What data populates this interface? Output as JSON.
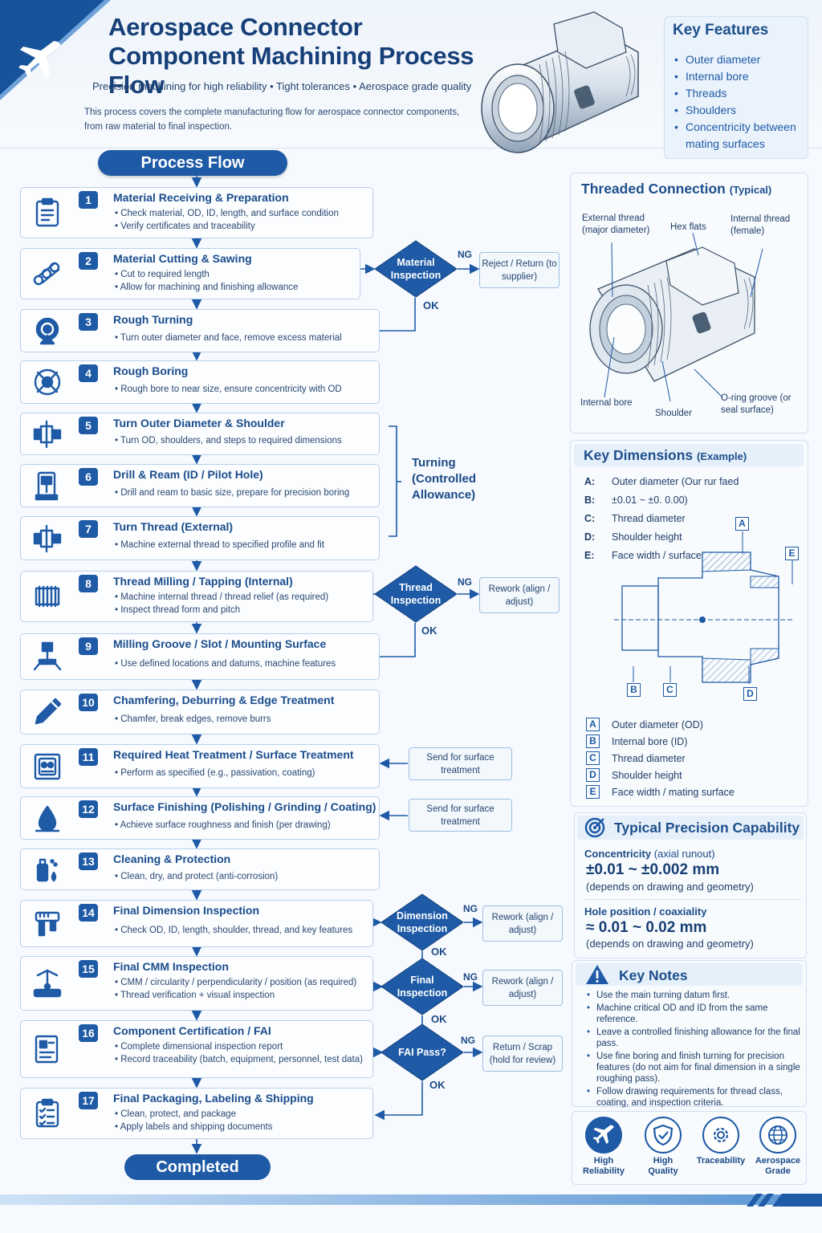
{
  "header": {
    "title": "Aerospace Connector Component Machining Process Flow",
    "subtitle": "Precision machining for high reliability • Tight tolerances • Aerospace grade quality",
    "intro": "This process covers the complete manufacturing flow for aerospace connector components, from raw material to final inspection."
  },
  "key_features": {
    "title": "Key Features",
    "items": [
      "Outer diameter",
      "Internal bore",
      "Threads",
      "Shoulders",
      "Concentricity between mating surfaces"
    ]
  },
  "flow": {
    "title": "Process Flow",
    "end": "Completed",
    "group_label": "Turning (Controlled Allowance)",
    "steps": [
      {
        "n": "1",
        "title": "Material Receiving & Preparation",
        "bullets": [
          "Check material, OD, ID, length, and surface condition",
          "Verify certificates and traceability"
        ]
      },
      {
        "n": "2",
        "title": "Material Cutting & Sawing",
        "bullets": [
          "Cut to required length",
          "Allow for machining and finishing allowance"
        ]
      },
      {
        "n": "3",
        "title": "Rough Turning",
        "bullets": [
          "Turn outer diameter and face, remove excess material"
        ]
      },
      {
        "n": "4",
        "title": "Rough Boring",
        "bullets": [
          "Rough bore to near size, ensure concentricity with OD"
        ]
      },
      {
        "n": "5",
        "title": "Turn Outer Diameter & Shoulder",
        "bullets": [
          "Turn OD, shoulders, and steps to required dimensions"
        ]
      },
      {
        "n": "6",
        "title": "Drill & Ream (ID / Pilot Hole)",
        "bullets": [
          "Drill and ream to basic size, prepare for precision boring"
        ]
      },
      {
        "n": "7",
        "title": "Turn Thread (External)",
        "bullets": [
          "Machine external thread to specified profile and fit"
        ]
      },
      {
        "n": "8",
        "title": "Thread Milling / Tapping (Internal)",
        "bullets": [
          "Machine internal thread / thread relief (as required)",
          "Inspect thread form and pitch"
        ]
      },
      {
        "n": "9",
        "title": "Milling Groove / Slot / Mounting Surface",
        "bullets": [
          "Use defined locations and datums, machine features"
        ]
      },
      {
        "n": "10",
        "title": "Chamfering, Deburring & Edge Treatment",
        "bullets": [
          "Chamfer, break edges, remove burrs"
        ]
      },
      {
        "n": "11",
        "title": "Required Heat Treatment / Surface Treatment",
        "bullets": [
          "Perform as specified (e.g., passivation, coating)"
        ]
      },
      {
        "n": "12",
        "title": "Surface Finishing (Polishing / Grinding / Coating)",
        "bullets": [
          "Achieve surface roughness and finish (per drawing)"
        ]
      },
      {
        "n": "13",
        "title": "Cleaning & Protection",
        "bullets": [
          "Clean, dry, and protect (anti-corrosion)"
        ]
      },
      {
        "n": "14",
        "title": "Final Dimension Inspection",
        "bullets": [
          "Check OD, ID, length, shoulder, thread, and key features"
        ]
      },
      {
        "n": "15",
        "title": "Final CMM Inspection",
        "bullets": [
          "CMM / circularity / perpendicularity / position (as required)",
          "Thread verification + visual inspection"
        ]
      },
      {
        "n": "16",
        "title": "Component Certification / FAI",
        "bullets": [
          "Complete dimensional inspection report",
          "Record traceability (batch, equipment, personnel, test data)"
        ]
      },
      {
        "n": "17",
        "title": "Final Packaging, Labeling & Shipping",
        "bullets": [
          "Clean, protect, and package",
          "Apply labels and shipping documents"
        ]
      }
    ],
    "decisions": [
      {
        "text": "Material Inspection",
        "ng": "NG",
        "ok": "OK",
        "box": "Reject / Return (to supplier)"
      },
      {
        "text": "Thread Inspection",
        "ng": "NG",
        "ok": "OK",
        "box": "Rework (align / adjust)"
      },
      {
        "text": "Dimension Inspection",
        "ng": "NG",
        "ok": "OK",
        "box": "Rework (align / adjust)"
      },
      {
        "text": "Final Inspection",
        "ng": "NG",
        "ok": "OK",
        "box": "Rework (align / adjust)"
      },
      {
        "text": "FAI Pass?",
        "ng": "NG",
        "ok": "OK",
        "box": "Return / Scrap (hold for review)"
      }
    ],
    "side_boxes": [
      "Send for surface treatment",
      "Send for surface treatment"
    ]
  },
  "threaded": {
    "title": "Threaded Connection",
    "title_note": "(Typical)",
    "callouts": {
      "external": "External thread (major diameter)",
      "hex": "Hex flats",
      "internal": "Internal thread (female)",
      "bore": "Internal bore",
      "shoulder": "Shoulder",
      "oring": "O-ring groove (or seal surface)"
    }
  },
  "key_dimensions": {
    "title": "Key Dimensions",
    "title_note": "(Example)",
    "rows": [
      {
        "l": "A:",
        "t": "Outer diameter (Our rur faed"
      },
      {
        "l": "B:",
        "t": "±0.01 ~ ±0. 0.00)"
      },
      {
        "l": "C:",
        "t": "Thread diameter"
      },
      {
        "l": "D:",
        "t": "Shoulder height"
      },
      {
        "l": "E:",
        "t": "Face width / surface"
      }
    ],
    "diagram_letters": [
      "A",
      "B",
      "C",
      "D",
      "E"
    ],
    "legend": [
      {
        "l": "A",
        "t": "Outer diameter (OD)"
      },
      {
        "l": "B",
        "t": "Internal bore (ID)"
      },
      {
        "l": "C",
        "t": "Thread diameter"
      },
      {
        "l": "D",
        "t": "Shoulder height"
      },
      {
        "l": "E",
        "t": "Face width / mating surface"
      }
    ]
  },
  "precision": {
    "title": "Typical Precision Capability",
    "concentricity_label": "Concentricity",
    "concentricity_sub": "(axial runout)",
    "concentricity_value": "±0.01 ~ ±0.002 mm",
    "concentricity_note": "(depends on drawing and geometry)",
    "hole_label": "Hole position / coaxiality",
    "hole_value": "≈ 0.01 ~ 0.02 mm",
    "hole_note": "(depends on drawing and geometry)"
  },
  "key_notes": {
    "title": "Key Notes",
    "items": [
      "Use the main turning datum first.",
      "Machine critical OD and ID from the same reference.",
      "Leave a controlled finishing allowance for the final pass.",
      "Use fine boring and finish turning for precision features (do not aim for final dimension in a single roughing pass).",
      "Follow drawing requirements for thread class, coating, and inspection criteria."
    ]
  },
  "badges": [
    "High Reliability",
    "High Quality",
    "Traceability",
    "Aerospace Grade"
  ],
  "colors": {
    "primary": "#1e5aa6",
    "dark": "#163f78",
    "border": "#b8d1ec"
  }
}
